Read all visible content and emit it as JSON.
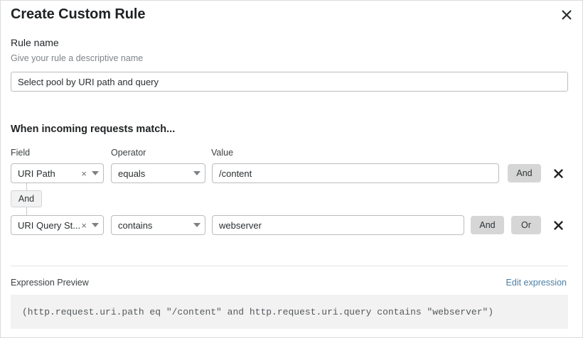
{
  "dialog": {
    "title": "Create Custom Rule",
    "close_icon": "close-icon"
  },
  "rule_name": {
    "label": "Rule name",
    "help": "Give your rule a descriptive name",
    "value": "Select pool by URI path and query"
  },
  "conditions": {
    "heading": "When incoming requests match...",
    "columns": {
      "field": "Field",
      "operator": "Operator",
      "value": "Value"
    },
    "connector_badge": "And",
    "rows": [
      {
        "field": "URI Path",
        "operator": "equals",
        "value": "/content",
        "clear": "×",
        "buttons": [
          "And"
        ],
        "remove": "remove-icon"
      },
      {
        "field": "URI Query St...",
        "operator": "contains",
        "value": "webserver",
        "clear": "×",
        "buttons": [
          "And",
          "Or"
        ],
        "remove": "remove-icon"
      }
    ]
  },
  "expression": {
    "label": "Expression Preview",
    "edit_link": "Edit expression",
    "code": "(http.request.uri.path eq \"/content\" and http.request.uri.query contains \"webserver\")"
  },
  "colors": {
    "accent_link": "#4a7fa5",
    "button_gray": "#d6d6d6",
    "code_bg": "#f2f2f2",
    "border": "#b9bcbf"
  }
}
